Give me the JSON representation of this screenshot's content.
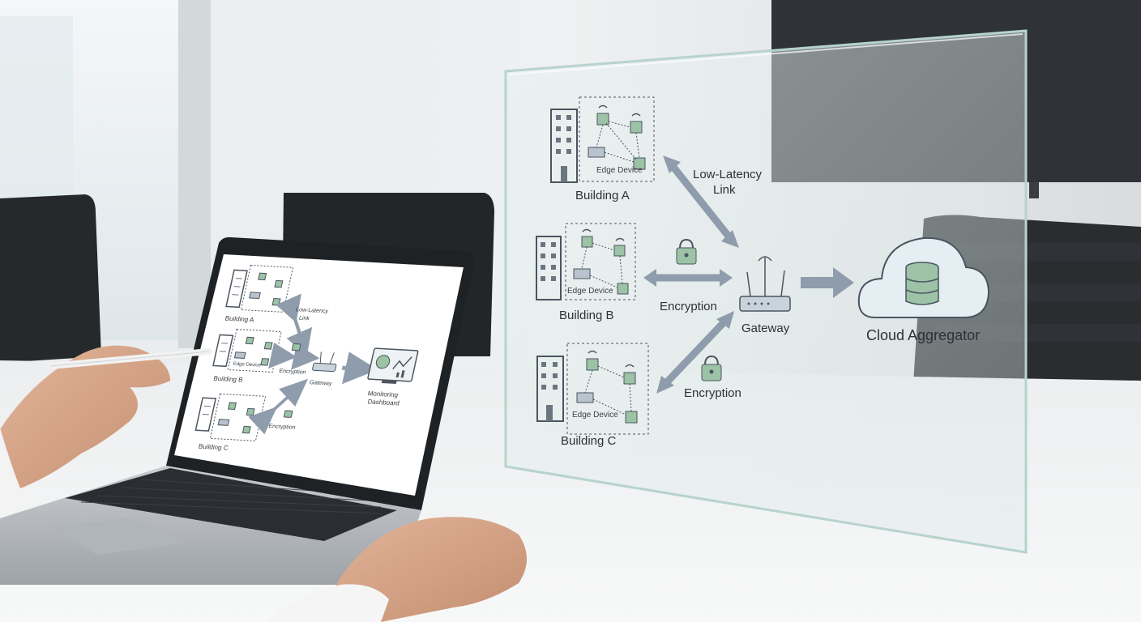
{
  "panel": {
    "building_a": "Building A",
    "building_b": "Building B",
    "building_c": "Building C",
    "edge_device": "Edge Device",
    "link_line1": "Low-Latency",
    "link_line2": "Link",
    "encryption": "Encryption",
    "gateway": "Gateway",
    "cloud": "Cloud Aggregator"
  },
  "laptop": {
    "building_a": "Building A",
    "building_b": "Building B",
    "building_c": "Building C",
    "edge_device": "Edge Device",
    "link_line1": "Low-Latency",
    "link_line2": "Link",
    "encryption": "Encryption",
    "gateway": "Gateway",
    "dash_line1": "Monitoring",
    "dash_line2": "Dashboard"
  },
  "icons": {
    "building": "building-icon",
    "edge_chip": "chip-icon",
    "wifi": "wifi-icon",
    "lock": "lock-icon",
    "router": "router-icon",
    "cloud": "cloud-icon",
    "database": "database-icon",
    "dashboard": "dashboard-icon"
  },
  "colors": {
    "arrow": "#8f9cab",
    "chip": "#9cc3a6",
    "line": "#4b5560",
    "glass": "#c9e4df"
  }
}
